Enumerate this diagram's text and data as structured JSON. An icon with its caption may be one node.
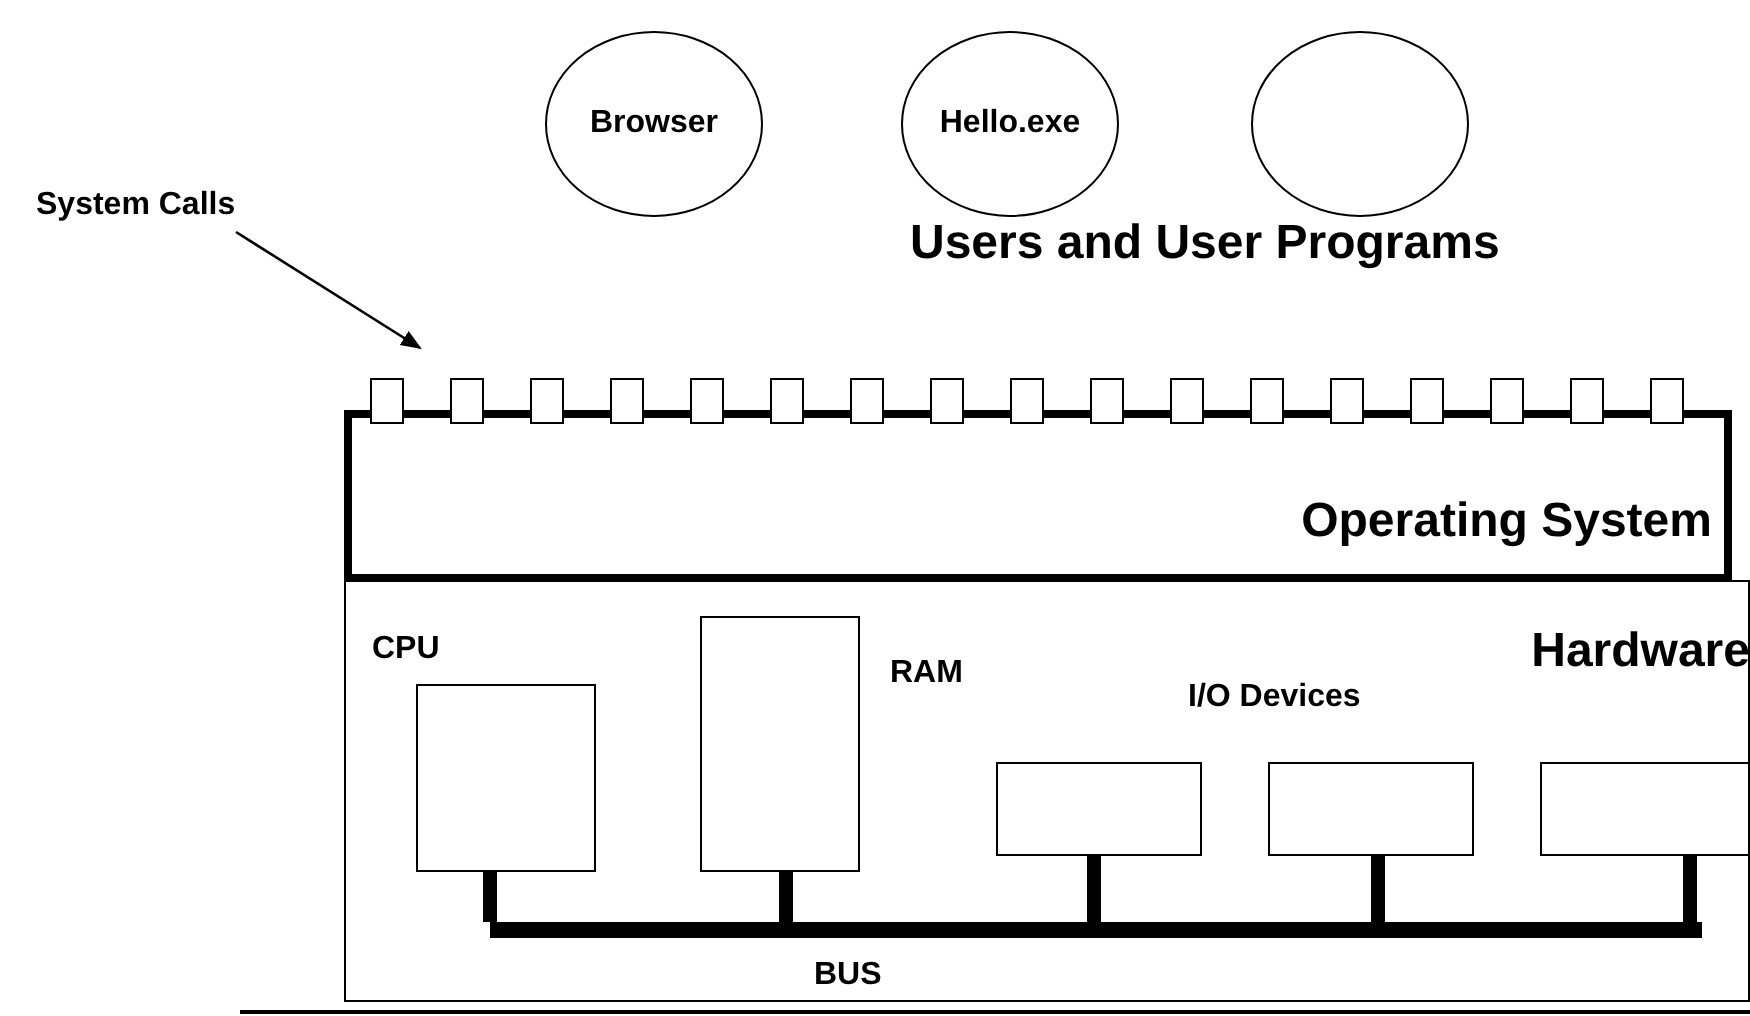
{
  "diagram": {
    "nodes": [
      {
        "text": [
          "Browser"
        ]
      },
      {
        "text": [
          "Hello.exe"
        ]
      },
      {
        "text": [],
        "shape": "circle"
      },
      {
        "text": [
          "System Calls"
        ]
      },
      {
        "text": [
          "Operating System"
        ]
      },
      {
        "text": [
          "Hardware"
        ]
      },
      {
        "text": [
          "CPU"
        ],
        "in": 5
      },
      {
        "text": [
          "RAM"
        ],
        "in": 5
      },
      {
        "text": [],
        "shape": "box",
        "in": 5
      },
      {
        "text": [],
        "shape": "box",
        "in": 5
      },
      {
        "text": [],
        "shape": "box",
        "in": 5
      },
      {
        "text": [
          "BUS"
        ],
        "in": 5
      }
    ],
    "edges": [
      {
        "from": 3,
        "to": null,
        "arrow": "to"
      },
      {
        "from": 6,
        "to": 11,
        "arrow": "none"
      },
      {
        "from": 7,
        "to": 11,
        "arrow": "none"
      },
      {
        "from": 8,
        "to": 11,
        "arrow": "none"
      },
      {
        "from": 9,
        "to": 11,
        "arrow": "none"
      },
      {
        "from": 10,
        "to": 11,
        "arrow": "none"
      }
    ],
    "labels": [
      "Users and User Programs",
      "I/O Devices"
    ]
  }
}
